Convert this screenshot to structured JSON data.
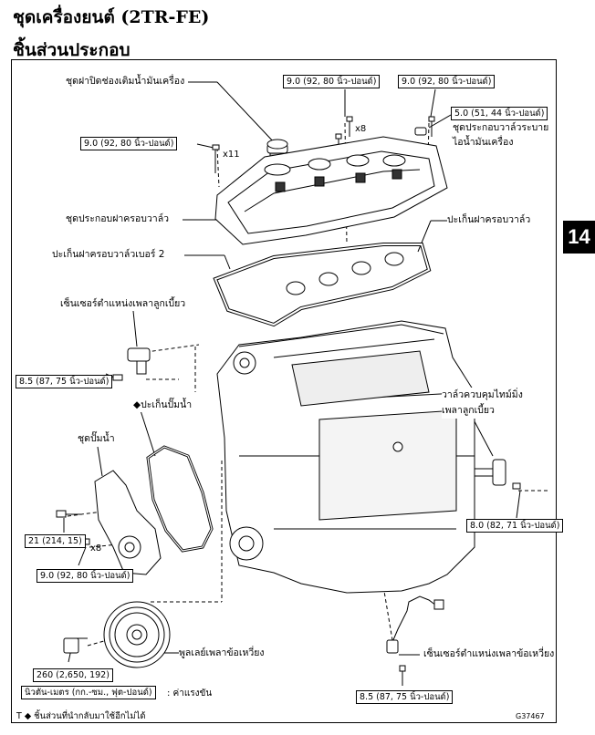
{
  "page": {
    "title": "ชุดเครื่องยนต์ (2TR-FE)",
    "subtitle": "ชิ้นส่วนประกอบ",
    "section_tab": "14",
    "figure_code": "G37467"
  },
  "parts": {
    "oil_filler_cap": "ชุดฝาปิดช่องเติมน้ำมันเครื่อง",
    "valve_cover_assembly": "ชุดประกอบฝาครอบวาล์ว",
    "valve_cover_gasket_2": "ปะเก็นฝาครอบวาล์วเบอร์ 2",
    "valve_cover_gasket": "ปะเก็นฝาครอบวาล์ว",
    "pcv_valve": "ชุดประกอบวาล์วระบาย\nไอน้ำมันเครื่อง",
    "camshaft_sensor": "เซ็นเซอร์ตำแหน่งเพลาลูกเบี้ยว",
    "water_pump_gasket": "◆ปะเก็นปั๊มน้ำ",
    "water_pump": "ชุดปั๊มน้ำ",
    "ocv": "วาล์วควบคุมไทม์มิ่ง\nเพลาลูกเบี้ยว",
    "crank_pulley": "พูลเลย์เพลาข้อเหวี่ยง",
    "crank_sensor": "เซ็นเซอร์ตำแหน่งเพลาข้อเหวี่ยง"
  },
  "torques": {
    "cover_bolt_left": "9.0 (92, 80 นิ้ว-ปอนด์)",
    "cover_bolt_top": "9.0 (92, 80 นิ้ว-ปอนด์)",
    "cover_bolt_right": "9.0 (92, 80 นิ้ว-ปอนด์)",
    "pcv": "5.0 (51, 44 นิ้ว-ปอนด์)",
    "cam_sensor": "8.5 (87, 75 นิ้ว-ปอนด์)",
    "ocv": "8.0 (82, 71 นิ้ว-ปอนด์)",
    "water_pump_stud": "21 (214, 15)",
    "water_pump_bolt": "9.0 (92, 80 นิ้ว-ปอนด์)",
    "pulley_bolt": "260 (2,650, 192)",
    "crank_sensor": "8.5 (87, 75 นิ้ว-ปอนด์)"
  },
  "quantities": {
    "x11": "x11",
    "x8_top": "x8",
    "x8_pump": "x8"
  },
  "legend": {
    "units_box": "นิวตัน-เมตร (กก.-ซม., ฟุต-ปอนด์)",
    "units_note": ": ค่าแรงขัน",
    "footnote": "T ◆ ชิ้นส่วนที่นำกลับมาใช้อีกไม่ได้"
  }
}
